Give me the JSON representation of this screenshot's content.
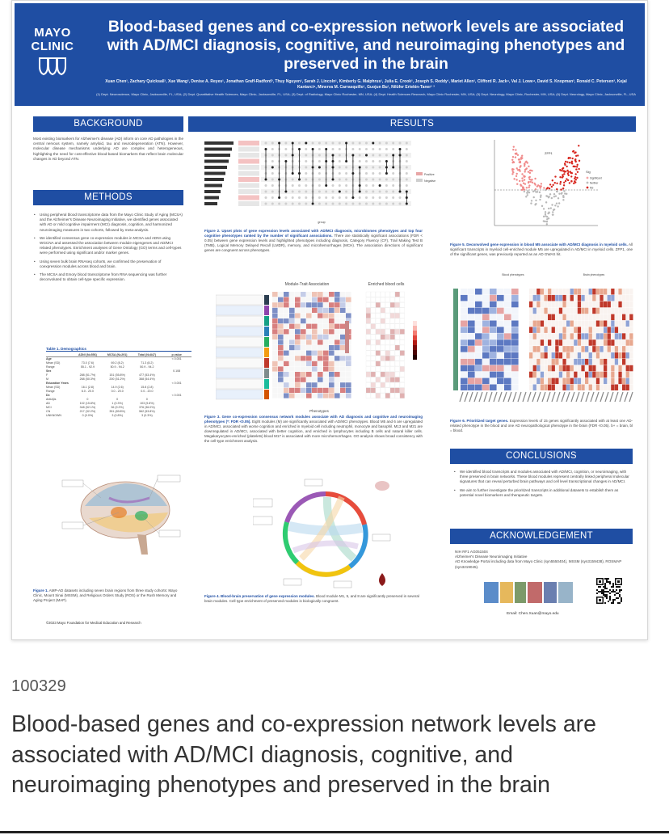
{
  "poster": {
    "logo_text_line1": "MAYO",
    "logo_text_line2": "CLINIC",
    "title": "Blood-based genes and co-expression network levels are associated with AD/MCI diagnosis, cognitive, and neuroimaging phenotypes and preserved in the brain",
    "authors": "Xuan Chen¹, Zachary Quicksall¹, Xue Wang², Denise A. Reyes¹, Jonathan Graff-Radford³, Thuy Nguyen¹, Sarah J. Lincoln¹, Kimberly G. Malphrus¹, Julia E. Crook², Joseph S. Reddy¹, Mariet Allen¹, Clifford R. Jack⁴, Val J. Lowe⁴, David S. Knopman³, Ronald C. Petersen³, Kejal Kantarci⁴, Minerva M. Carrasquillo¹, Guojun Bu¹, Nilüfer Ertekin-Taner¹ ³",
    "affiliations": "(1) Dept. Neuroscience, Mayo Clinic, Jacksonville, FL, USA; (2) Dept. Quantitative Health Sciences, Mayo Clinic, Jacksonville, FL, USA; (3) Dept. of Radiology, Mayo Clinic Rochester, MN, USA; (4) Dept. Health Sciences Research, Mayo Clinic Rochester, MN, USA; (5) Dept. Neurology, Mayo Clinic, Rochester, MN, USA; (6) Dept. Neurology, Mayo Clinic, Jacksonville, FL, USA",
    "sections": {
      "background": "BACKGROUND",
      "methods": "METHODS",
      "results": "RESULTS",
      "conclusions": "CONCLUSIONS",
      "acknowledgement": "ACKNOWLEDGEMENT"
    },
    "background_text": "Most existing biomarkers for Alzheimer's disease (AD) inform on core AD pathologies in the central nervous system, namely amyloid, tau and neurodegeneration (ATN). However, molecular disease mechanisms underlying AD are complex and heterogeneous, highlighting the need for cost-effective blood-based biomarkers that reflect brain molecular changes in AD beyond ATN.",
    "methods_bullets": [
      "Using peripheral blood transcriptome data from the Mayo Clinic Study of Aging (MCSA) and the Alzheimer's Disease Neuroimaging Initiative, we identified genes associated with AD or mild cognitive impairment (MCI) diagnosis, cognition, and harmonized neuroimaging measures in two cohorts, followed by meta-analysis.",
      "We identified consensus gene co-expression modules in MCSA and ADNI using WGCNA and assessed the association between module eigengenes and AD/MCI related phenotypes. Enrichment analyses of Gene Ontology (GO) terms and cell-types were performed using significant and/or marker genes.",
      "Using seven bulk brain RNAseq cohorts, we confirmed the preservation of coexpression modules across blood and brain.",
      "The MCSA and Emory blood transcriptome from RNA sequencing was further deconvoluted to obtain cell-type specific expression."
    ],
    "table": {
      "title": "Table 1. Demographics",
      "header": [
        "",
        "ADNI (N=556)",
        "MCSA (N=291)",
        "Total (N=847)",
        "p value"
      ],
      "rows": [
        [
          "Age",
          "",
          "",
          "",
          "< 0.001"
        ],
        [
          "Mean (SD)",
          "73.0 (7.6)",
          "69.2 (8.2)",
          "71.3 (8.2)",
          ""
        ],
        [
          "Range",
          "55.1 - 92.9",
          "50.9 - 94.2",
          "50.9 - 94.2",
          ""
        ],
        [
          "Sex",
          "",
          "",
          "",
          "0.108"
        ],
        [
          "F",
          "288 (51.7%)",
          "151 (55.8%)",
          "477 (53.4%)",
          ""
        ],
        [
          "M",
          "268 (50.3%)",
          "200 (51.2%)",
          "368 (54.4%)",
          ""
        ],
        [
          "Education Years",
          "",
          "",
          "",
          "< 0.001"
        ],
        [
          "Mean (SD)",
          "16.1 (2.8)",
          "14.9 (2.6)",
          "15.8 (2.8)",
          ""
        ],
        [
          "Range",
          "6.0 - 20.0",
          "0.0 - 20.0",
          "0.0 - 20.0",
          ""
        ],
        [
          "Dx",
          "",
          "",
          "",
          "< 0.001"
        ],
        [
          "AntiAβs",
          "0",
          "0",
          "0",
          ""
        ],
        [
          "AD",
          "102 (15.8%)",
          "1 (0.3%)",
          "103 (9.8%)",
          ""
        ],
        [
          "MCI",
          "348 (52.1%)",
          "36 (9.2%)",
          "376 (36.0%)",
          ""
        ],
        [
          "CN",
          "217 (32.2%)",
          "351 (89.8%)",
          "562 (53.8%)",
          ""
        ],
        [
          "UNKNOWN",
          "0 (0.0%)",
          "3 (0.8%)",
          "3 (0.3%)",
          ""
        ]
      ]
    },
    "fig1_caption_bold": "Figure 1.",
    "fig1_caption": "AMP-AD datasets including seven brain regions from three study cohorts: Mayo Clinic, Mount Sinai (MSSM), and Religious Orders Study (ROS) or the Rush Memory and Aging Project (MAP).",
    "copyright": "©2023 Mayo Foundation for Medical Education and Research",
    "fig2_caption_bold": "Figure 2. Upset plots of gene expression levels associated with AD/MCI diagnosis, microbiomes phenotypes and top four cognitive phenotypes ranked by the number of significant associations.",
    "fig2_caption": "There are statistically significant associations (FDR < 0.05) between gene expression levels and highlighted phenotypes including diagnosis, Category Fluency (CF), Trail Making Test B (TMB), Logical Memory Delayed Recall (LMDR), memory, and microhemorrhages (MCH). The association directions of significant genes are congruent across phenotypes.",
    "fig3_title_left": "Module-Trait Association",
    "fig3_title_right": "Enriched blood cells",
    "fig3_xlabel": "Phenotypes",
    "fig3_caption_bold": "Figure 3. Gene co-expression consensus network modules associate with AD diagnosis and cognitive and neuroimaging phenotypes (*: FDR <0.05).",
    "fig3_caption": "Eight modules (M) are significantly associated with AD/MCI phenotypes. Blood M5 and 6 are upregulated in AD/MCI, associated with worse cognition and enriched in myeloid cell including neutrophil, monocyte and basophil. M13 and M21 are downregulated in AD/MCI, associated with better cognition, and enriched in lymphocytes including B cells and natural killer cells. Megakaryocytes-enriched (platelets) blood M17 is associated with more microhemorrhages. GO analysis shows broad consistency with the cell-type enrichment analysis.",
    "fig4_caption_bold": "Figure 4. Blood-brain preservation of gene expression modules.",
    "fig4_caption": "Blood module M1, 5, and 8 are significantly preserved in several brain modules. Cell type enrichment of preserved modules is biologically congruent.",
    "fig5_caption_bold": "Figure 5. Deconvolved gene expression in blood M5 associate with AD/MCI diagnosis in myeloid cells.",
    "fig5_caption": "All significant transcripts in myeloid cell-enriched module M5 are upregulated in AD/MCI in myeloid cells. ZFP1, one of the significant genes, was previously reported as an AD GWAS hit.",
    "fig5_point_label": "ZFP1",
    "fig5_legend_title": "Sig",
    "fig5_legend": [
      "Significant",
      "Neither",
      "NS"
    ],
    "fig6_title_left": "Blood phenotypes",
    "fig6_title_right": "Brain phenotypes",
    "fig6_caption_bold": "Figure 6. Prioritized target genes.",
    "fig6_caption": "Expression levels of 15 genes significantly associated with at least one AD-related phenotype in the blood and one AD neuropathological phenotype in the brain (FDR <0.05). b+ = brain, bl = blood.",
    "conclusion_bullets": [
      "We identified blood transcripts and modules associated with AD/MCI, cognition, or neuroimaging, with three preserved in brain networks. These blood modules represent centrally linked peripheral molecular signatures that can reveal perturbed brain pathways and cell level transcriptional changes in AD/MCI.",
      "We aim to further investigate the prioritized transcripts in additional datasets to establish them as potential novel biomarkers and therapeutic targets."
    ],
    "ack_lines": [
      "NIH RF1 AG051504",
      "Alzheimer's Disease Neuroimaging Initiative",
      "AD Knowledge Portal including data from Mayo Clinic (syn5550404), MSSM (syn3159438), ROSMAP (syn3219045)."
    ],
    "email": "Email: Chen.Xuan@mayo.edu",
    "upset_legend": [
      "Positive",
      "Negative"
    ],
    "upset_xlabel": "group",
    "colors": {
      "brand_blue": "#1f4ea3",
      "significant_red": "#d7261e",
      "neutral_gray": "#9e9e9e",
      "heat_red": "#c0392b",
      "heat_blue": "#3b5ba5"
    }
  },
  "listing": {
    "poster_id": "100329",
    "title": "Blood-based genes and co-expression network levels are associated with AD/MCI diagnosis, cognitive, and neuroimaging phenotypes and preserved in the brain"
  }
}
